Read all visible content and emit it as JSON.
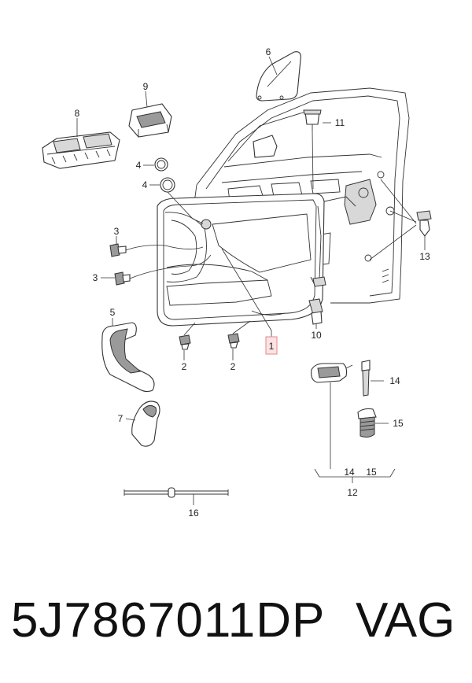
{
  "diagram": {
    "callouts": {
      "c1": "1",
      "c2a": "2",
      "c2b": "2",
      "c3a": "3",
      "c3b": "3",
      "c4a": "4",
      "c4b": "4",
      "c5": "5",
      "c6": "6",
      "c7": "7",
      "c8": "8",
      "c9": "9",
      "c10": "10",
      "c11": "11",
      "c12": "12",
      "c13": "13",
      "c14a": "14",
      "c14b": "14",
      "c15a": "15",
      "c15b": "15",
      "c16": "16"
    },
    "highlight_color": "#e08a8a"
  },
  "footer": {
    "part_number": "5J7867011DP",
    "brand": "VAG"
  }
}
